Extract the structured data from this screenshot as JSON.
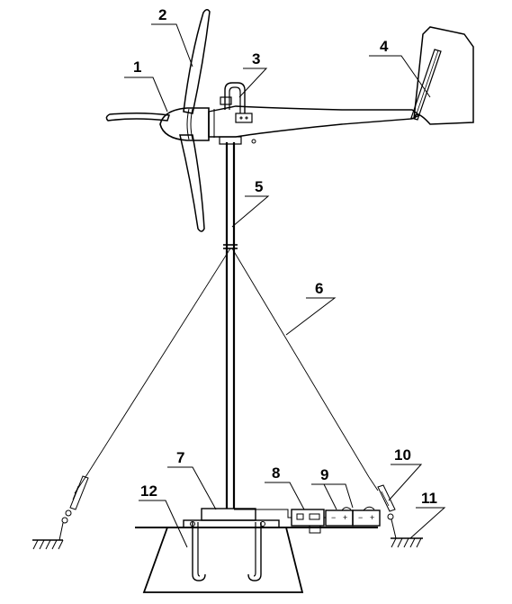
{
  "labels": {
    "l1": "1",
    "l2": "2",
    "l3": "3",
    "l4": "4",
    "l5": "5",
    "l6": "6",
    "l7": "7",
    "l8": "8",
    "l9": "9",
    "l10": "10",
    "l11": "11",
    "l12": "12"
  },
  "battery_terminals": {
    "negative": "−",
    "positive": "+"
  }
}
